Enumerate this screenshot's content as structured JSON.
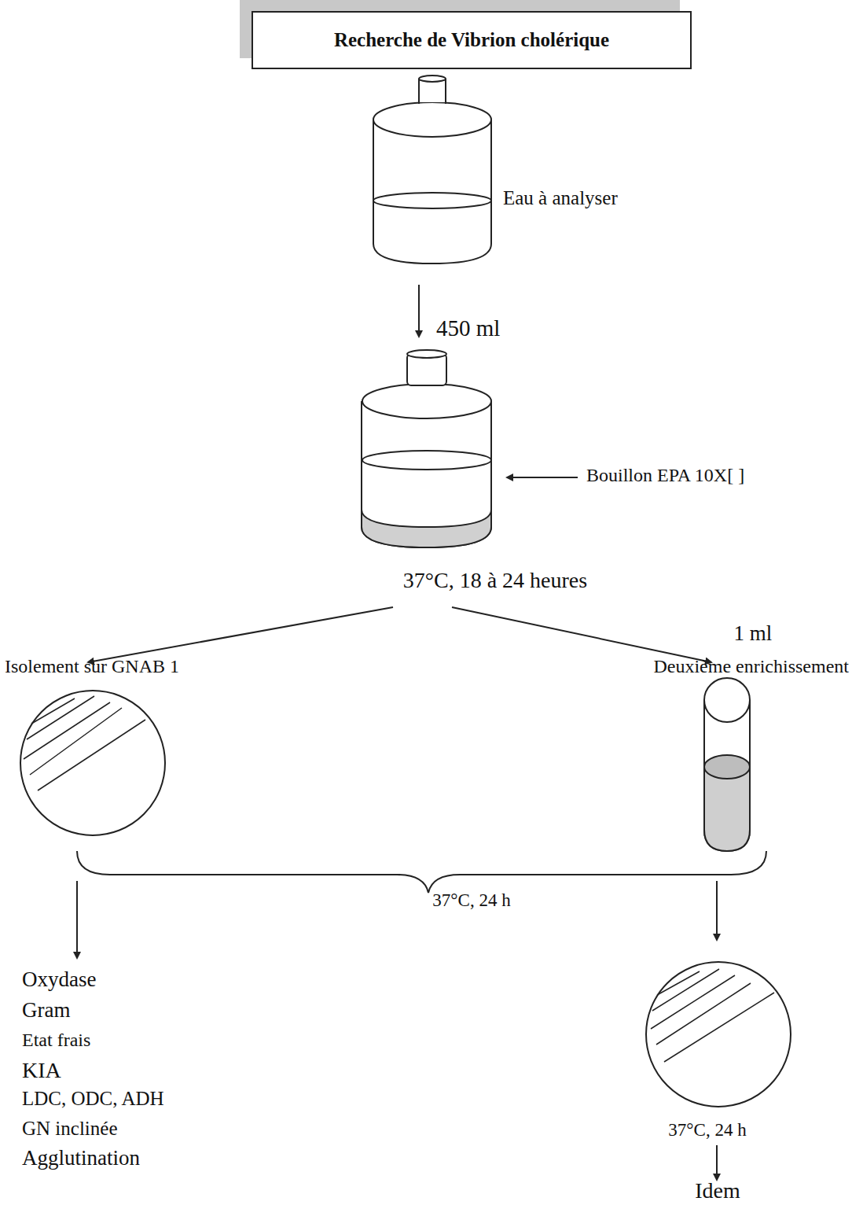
{
  "diagram": {
    "nodes": [
      {
        "text": [
          "Recherche de Vibrion cholérique"
        ]
      }
    ],
    "labels": [
      "Eau à analyser",
      "450 ml",
      "Bouillon EPA 10X[ ]",
      "37°C, 18 à 24 heures",
      "1 ml",
      "Isolement sur GNAB 1",
      "Deuxième enrichissement",
      "37°C, 24 h",
      "Oxydase",
      "Gram",
      "Etat frais",
      "KIA",
      "LDC, ODC, ADH",
      "GN inclinée",
      "Agglutination",
      "37°C, 24 h",
      "Idem"
    ]
  }
}
